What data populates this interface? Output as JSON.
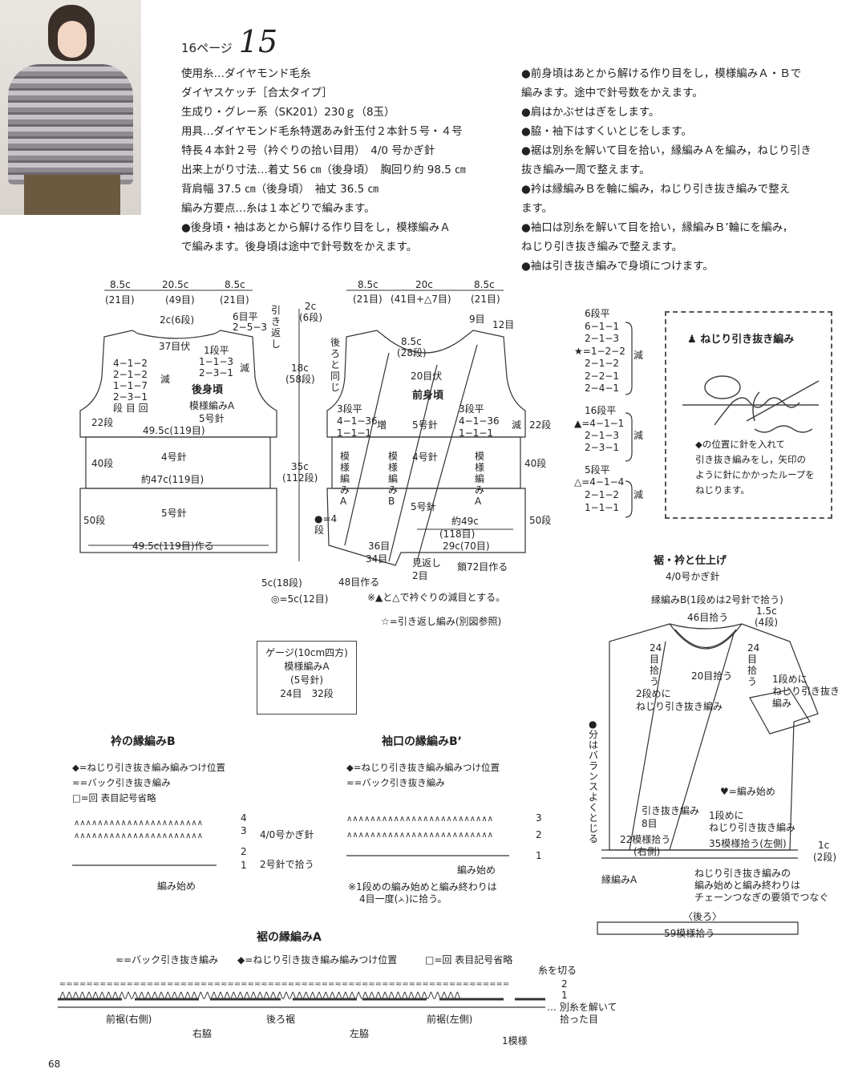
{
  "page_ref": "16ページ",
  "item_no": "15",
  "left_text": [
    "使用糸…ダイヤモンド毛糸",
    "ダイヤスケッチ［合太タイプ］",
    "生成り・グレー系（SK201）230ｇ（8玉）",
    "用具…ダイヤモンド毛糸特選あみ針玉付２本針５号・４号",
    "特長４本針２号（衿ぐりの拾い目用）　4/0 号かぎ針",
    "出来上がり寸法…着丈 56 ㎝（後身頃）　胸回り約 98.5 ㎝",
    "背肩幅 37.5 ㎝（後身頃）　袖丈 36.5 ㎝",
    "編み方要点…糸は１本どりで編みます。",
    "●後身頃・袖はあとから解ける作り目をし，模様編みＡ",
    "で編みます。後身頃は途中で針号数をかえます。"
  ],
  "right_text": [
    "●前身頃はあとから解ける作り目をし，模様編みＡ・Ｂで",
    "編みます。途中で針号数をかえます。",
    "●肩はかぶせはぎをします。",
    "●脇・袖下はすくいとじをします。",
    "●裾は別糸を解いて目を拾い，縁編みＡを編み，ねじり引き",
    "抜き編み一周で整えます。",
    "●衿は縁編みＢを輪に編み，ねじり引き抜き編みで整え",
    "ます。",
    "●袖口は別糸を解いて目を拾い，縁編みＢ’輪にを編み，",
    "ねじり引き抜き編みで整えます。",
    "●袖は引き抜き編みで身頃につけます。"
  ],
  "back": {
    "title": "後身頃",
    "pattern": "模様編みA",
    "needle_top": "5号針",
    "top_dims": [
      "8.5c",
      "(21目)",
      "20.5c",
      "(49目)",
      "8.5c",
      "(21目)"
    ],
    "neck_depth": "2c(6段)",
    "bind_off": "37目伏",
    "shoulder": [
      "6目平",
      "2−5−3",
      "引き返し"
    ],
    "neck_dec": [
      "1段平",
      "1−1−3",
      "2−3−1",
      "減"
    ],
    "arm_dec": [
      "4−1−2",
      "2−1−2",
      "1−1−7",
      "2−3−1",
      "段 目 回",
      "減"
    ],
    "rows22": "22段",
    "width1": "49.5c(119目)",
    "rows40": "40段",
    "needle4": "4号針",
    "width2": "約47c(119目)",
    "rows50": "50段",
    "needle5": "5号針",
    "width3": "49.5c(119目)作る"
  },
  "mid_dims": [
    "2c",
    "(6段)",
    "18c",
    "(58段)",
    "35c",
    "(112段)",
    "5c(18段)",
    "◎=5c(12目)"
  ],
  "front": {
    "title": "前身頃",
    "top_dims": [
      "8.5c",
      "(21目)",
      "20c",
      "(41目+△7目)",
      "8.5c",
      "(21目)"
    ],
    "same_as_back": "後ろと同じ",
    "center": [
      "8.5c",
      "(28段)"
    ],
    "nine": "9目",
    "twelve": "12目",
    "bind20": "20目伏",
    "left_inc": [
      "3段平",
      "4−1−36",
      "1−1−1",
      "増"
    ],
    "right_dec": [
      "3段平",
      "4−1−36",
      "1−1−1",
      "減"
    ],
    "needle5a": "5号針",
    "needle5b": "5号針",
    "needle5c": "5号針",
    "needle4": "4号針",
    "rows22": "22段",
    "rows40": "40段",
    "rows50": "50段",
    "patA1": "模様編みA",
    "patB": "模様編みB",
    "patA2": "模様編みA",
    "bottom": [
      "約49c",
      "(118目)",
      "36目",
      "29c(70目)",
      "34目",
      "見返し",
      "2目",
      "鎖72目作る",
      "48目作る",
      "●=4段"
    ],
    "note1": "※▲と△で衿ぐりの減目とする。",
    "note2": "☆=引き返し編み(別図参照)"
  },
  "dec_table": {
    "g1": [
      "6段平",
      "6−1−1",
      "2−1−3",
      "1−2−2",
      "2−1−2",
      "2−2−1",
      "2−4−1",
      "減"
    ],
    "g2": [
      "16段平",
      "4−1−1",
      "2−1−3",
      "2−3−1",
      "減"
    ],
    "g3": [
      "5段平",
      "4−1−4",
      "2−1−2",
      "1−1−1",
      "減"
    ]
  },
  "twist_box": {
    "title": "ねじり引き抜き編み",
    "desc": [
      "◆の位置に針を入れて",
      "引き抜き編みをし，矢印の",
      "ように針にかかったループを",
      "ねじります。"
    ]
  },
  "gauge": [
    "ゲージ(10cm四方)",
    "模様編みA",
    "(5号針)",
    "24目　32段"
  ],
  "finish": {
    "title": "裾・衿と仕上げ",
    "hook": "4/0号かぎ針",
    "labels": [
      "縁編みB(1段めは2号針で拾う)",
      "46目拾う",
      "1.5c",
      "(4段)",
      "24目拾う",
      "24目拾う",
      "20目拾う",
      "1段めに",
      "ねじり引き抜き",
      "編み",
      "2段めに",
      "ねじり引き抜き編み",
      "●分はバランスよくとじる",
      "♥=編み始め",
      "引き抜き編み",
      "8目",
      "1段めに",
      "ねじり引き抜き編み",
      "22模様拾う",
      "(右側)",
      "35模様拾う(左側)",
      "1c",
      "(2段)",
      "縁編みA",
      "ねじり引き抜き編みの",
      "編み始めと編み終わりは",
      "チェーンつなぎの要領でつなぐ",
      "〈後ろ〉",
      "59模様拾う"
    ]
  },
  "collar_b": {
    "title": "衿の縁編みB",
    "legend": [
      "◆=ねじり引き抜き編み編みつけ位置",
      "≂=バック引き抜き編み",
      "□=回 表目記号省略"
    ],
    "rows": [
      "4",
      "3",
      "2",
      "1"
    ],
    "side": [
      "4/0号かぎ針",
      "2号針で拾う"
    ],
    "start": "編み始め"
  },
  "cuff_b": {
    "title": "袖口の縁編みB’",
    "legend": [
      "◆=ねじり引き抜き編み編みつけ位置",
      "≂=バック引き抜き編み"
    ],
    "rows": [
      "3",
      "2",
      "1"
    ],
    "start": "編み始め",
    "note": [
      "※1段めの編み始めと編み終わりは",
      "4目一度(ᨂ)に拾う。"
    ]
  },
  "hem_a": {
    "title": "裾の縁編みA",
    "legend": [
      "≂=バック引き抜き編み",
      "◆=ねじり引き抜き編み編みつけ位置",
      "□=回 表目記号省略"
    ],
    "cut": "糸を切る",
    "rows": [
      "2",
      "1"
    ],
    "side": [
      "… 別糸を解いて",
      "拾った目"
    ],
    "parts": [
      "前裾(右側)",
      "後ろ裾",
      "前裾(左側)"
    ],
    "sides": [
      "右脇",
      "左脇"
    ],
    "repeat": "1模様"
  },
  "page_number": "68"
}
